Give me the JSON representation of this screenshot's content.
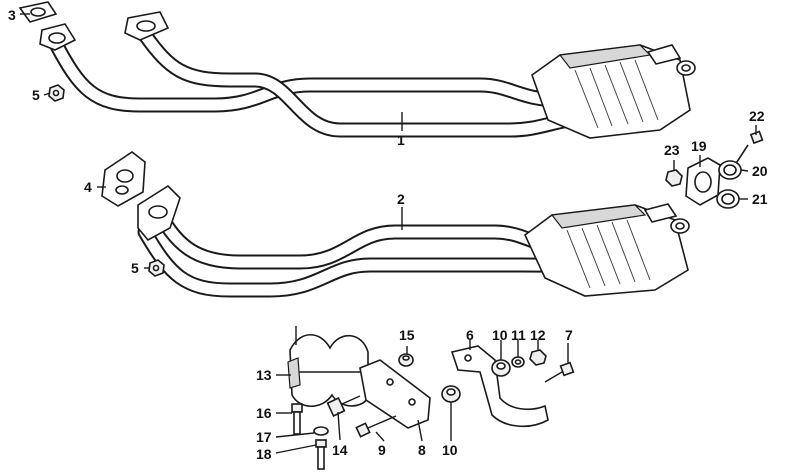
{
  "callouts": {
    "c1": "1",
    "c2": "2",
    "c3": "3",
    "c4": "4",
    "c5a": "5",
    "c5b": "5",
    "c6": "6",
    "c7": "7",
    "c8": "8",
    "c9": "9",
    "c10a": "10",
    "c10b": "10",
    "c11": "11",
    "c12": "12",
    "c13": "13",
    "c14": "14",
    "c15": "15",
    "c16": "16",
    "c17": "17",
    "c18": "18",
    "c19": "19",
    "c20": "20",
    "c21": "21",
    "c22": "22",
    "c23": "23"
  }
}
